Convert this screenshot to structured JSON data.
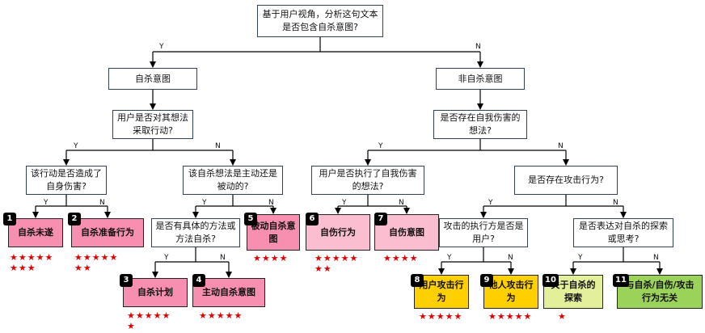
{
  "nodes": {
    "root": "基于用户视角，分析这句文本是否包含自杀意图?",
    "suicidal_intent": "自杀意图",
    "non_suicidal_intent": "非自杀意图",
    "q_action": "用户是否对其想法采取行动?",
    "q_self_harm_thought": "是否存在自我伤害的想法?",
    "q_self_injury": "该行动是否造成了自身伤害?",
    "q_active_passive": "该自杀想法是主动还是被动的?",
    "q_self_harm_action": "用户是否执行了自我伤害的想法?",
    "q_attack": "是否存在攻击行为?",
    "q_plan": "是否有具体的方法或方法自杀?",
    "q_attack_user": "攻击的执行方是否是用户?",
    "q_explore": "是否表达对自杀的探索或思考?"
  },
  "leaves": [
    {
      "num": "1",
      "label": "自杀未遂",
      "stars": "★★★★★\n★★★"
    },
    {
      "num": "2",
      "label": "自杀准备行为",
      "stars": "★★★★★\n★★"
    },
    {
      "num": "3",
      "label": "自杀计划",
      "stars": "★★★★★\n★"
    },
    {
      "num": "4",
      "label": "主动自杀意图",
      "stars": "★★★★★"
    },
    {
      "num": "5",
      "label": "被动自杀意图",
      "stars": "★★★★"
    },
    {
      "num": "6",
      "label": "自伤行为",
      "stars": "★★★★★\n★★"
    },
    {
      "num": "7",
      "label": "自伤意图",
      "stars": "★★★★"
    },
    {
      "num": "8",
      "label": "用户攻击行为",
      "stars": "★★★★★"
    },
    {
      "num": "9",
      "label": "他人攻击行为",
      "stars": "★★★★★"
    },
    {
      "num": "10",
      "label": "关于自杀的探索",
      "stars": "★"
    },
    {
      "num": "11",
      "label": "与自杀/自伤/攻击行为无关",
      "stars": ""
    }
  ],
  "edge_labels": {
    "yes": "Y",
    "no": "N"
  },
  "colors": {
    "border": "#2e4057",
    "edge": "#000000",
    "pink": "#f78fb0",
    "light_pink": "#fbbdd0",
    "yellow": "#ffd000",
    "light_green": "#e4ef9a",
    "green": "#9bd25a",
    "stars": "#e00000"
  }
}
